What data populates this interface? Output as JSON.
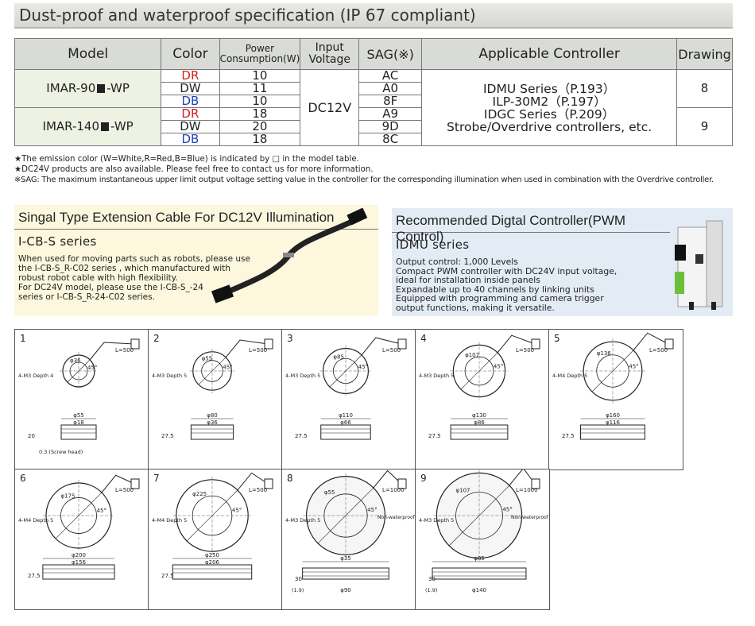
{
  "title": "Dust-proof and waterproof specification (IP 67 compliant)",
  "table": {
    "headers": {
      "model": "Model",
      "color": "Color",
      "power_line1": "Power",
      "power_line2": "Consumption(W)",
      "voltage": "Input Voltage",
      "sag": "SAG(※)",
      "controller": "Applicable Controller",
      "drawing": "Drawing"
    },
    "groups": [
      {
        "model_prefix": "IMAR-90",
        "model_suffix": "-WP",
        "drawing": "8",
        "rows": [
          {
            "color": "DR",
            "power": "10",
            "sag": "AC"
          },
          {
            "color": "DW",
            "power": "11",
            "sag": "A0"
          },
          {
            "color": "DB",
            "power": "10",
            "sag": "8F"
          }
        ]
      },
      {
        "model_prefix": "IMAR-140",
        "model_suffix": "-WP",
        "drawing": "9",
        "rows": [
          {
            "color": "DR",
            "power": "18",
            "sag": "A9"
          },
          {
            "color": "DW",
            "power": "20",
            "sag": "9D"
          },
          {
            "color": "DB",
            "power": "18",
            "sag": "8C"
          }
        ]
      }
    ],
    "voltage": "DC12V",
    "controllers": [
      "IDMU Series（P.193）",
      "ILP-30M2（P.197）",
      "IDGC Series（P.209）",
      "Strobe/Overdrive controllers, etc."
    ]
  },
  "notes": [
    "★The emission color (W=White,R=Red,B=Blue) is indicated by □ in the model table.",
    "★DC24V products are also available. Please feel free to contact us for more information.",
    "※SAG: The maximum instantaneous upper limit output voltage setting value in the controller for the corresponding illumination when used in combination with the Overdrive controller."
  ],
  "cable_panel": {
    "heading": "Singal Type Extension Cable For DC12V Illumination",
    "series": "I-CB-S series",
    "lines": [
      "When used for moving parts such as robots, please use",
      "the I-CB-S_R-C02 series , which manufactured with",
      "robust robot cable with high flexibility.",
      "For DC24V model, please use the I-CB-S_-24",
      "series or I-CB-S_R-24-C02 series."
    ]
  },
  "controller_panel": {
    "heading": "Recommended Digtal Controller(PWM Control)",
    "series": "IDMU series",
    "lines": [
      "Output control: 1,000 Levels",
      "Compact PWM controller with DC24V input voltage,",
      "ideal for installation inside panels",
      "Expandable up to 40 channels by linking units",
      "Equipped with programming and camera trigger",
      "output functions, making it versatile."
    ]
  },
  "drawings": [
    {
      "num": "1",
      "dia": "φ36",
      "cable": "L=500",
      "holes": "4-M3 Depth 4",
      "angle": "45°",
      "w1": "φ55",
      "w2": "φ18",
      "h": "20",
      "extra": "0.3 (Screw head)"
    },
    {
      "num": "2",
      "dia": "φ55",
      "cable": "L=500",
      "holes": "4-M3 Depth 5",
      "angle": "45°",
      "w1": "φ80",
      "w2": "φ36",
      "h": "27.5",
      "extra": ""
    },
    {
      "num": "3",
      "dia": "φ85",
      "cable": "L=500",
      "holes": "4-M3 Depth 5",
      "angle": "45°",
      "w1": "φ110",
      "w2": "φ66",
      "h": "27.5",
      "extra": ""
    },
    {
      "num": "4",
      "dia": "φ107",
      "cable": "L=500",
      "holes": "4-M3 Depth 5",
      "angle": "45°",
      "w1": "φ130",
      "w2": "φ86",
      "h": "27.5",
      "extra": ""
    },
    {
      "num": "5",
      "dia": "φ136",
      "cable": "L=500",
      "holes": "4-M4 Depth 5",
      "angle": "45°",
      "w1": "φ160",
      "w2": "φ116",
      "h": "27.5",
      "extra": ""
    },
    {
      "num": "6",
      "dia": "φ175",
      "cable": "L=500",
      "holes": "4-M4 Depth 5",
      "angle": "45°",
      "w1": "φ200",
      "w2": "φ156",
      "h": "27.5",
      "extra": ""
    },
    {
      "num": "7",
      "dia": "φ225",
      "cable": "L=500",
      "holes": "4-M4 Depth 5",
      "angle": "45°",
      "w1": "φ250",
      "w2": "φ206",
      "h": "27.5",
      "extra": ""
    },
    {
      "num": "8",
      "dia": "φ55",
      "cable": "L=1000",
      "holes": "4-M3 Depth 5",
      "angle": "45°",
      "w1": "φ35",
      "w2": "φ90",
      "h": "30",
      "extra": "(1.9)",
      "nw": "Non-waterproof"
    },
    {
      "num": "9",
      "dia": "φ107",
      "cable": "L=1000",
      "holes": "4-M3 Depth 5",
      "angle": "45°",
      "w1": "φ85",
      "w2": "φ140",
      "h": "30",
      "extra": "(1.9)",
      "nw": "Non-waterproof"
    }
  ]
}
